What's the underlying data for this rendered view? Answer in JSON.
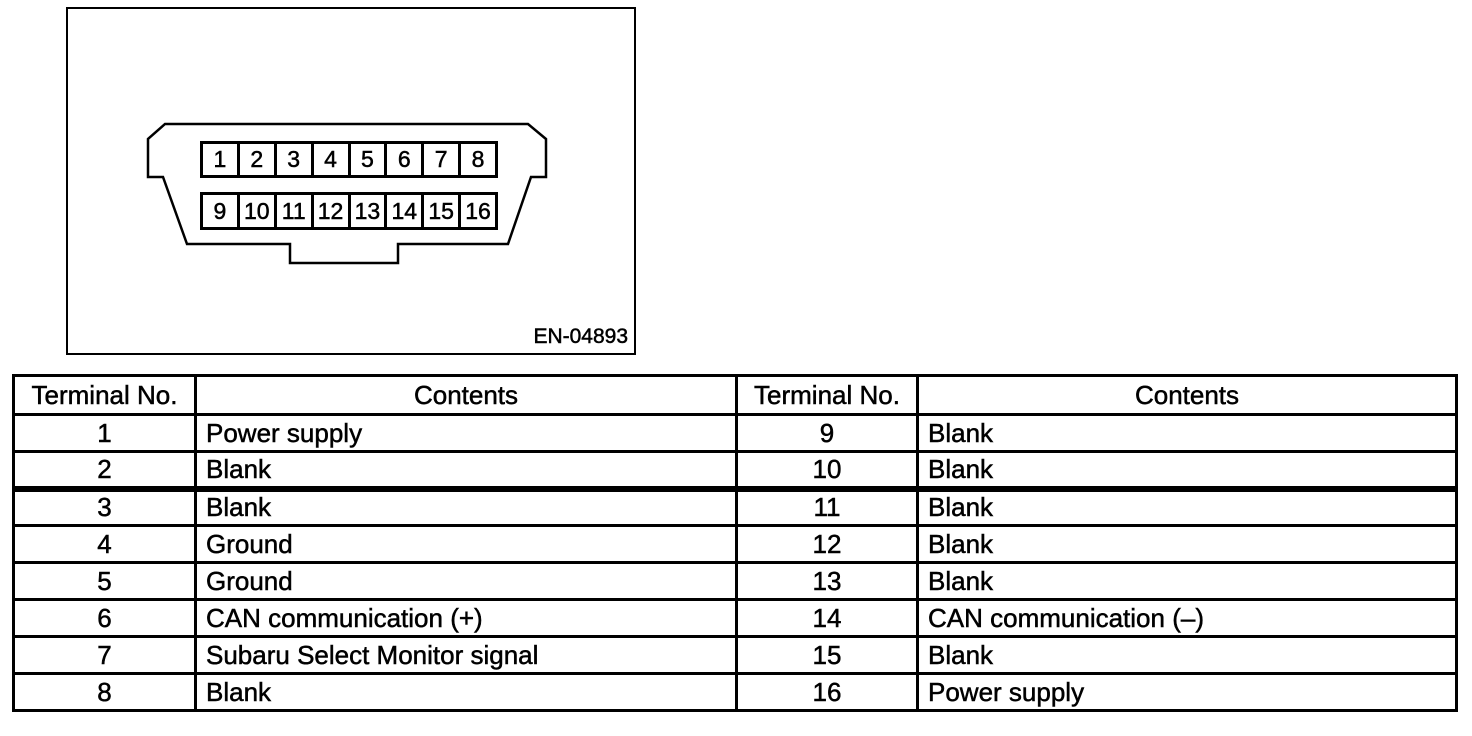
{
  "figure": {
    "label": "EN-04893",
    "pins_top": [
      "1",
      "2",
      "3",
      "4",
      "5",
      "6",
      "7",
      "8"
    ],
    "pins_bottom": [
      "9",
      "10",
      "11",
      "12",
      "13",
      "14",
      "15",
      "16"
    ]
  },
  "table": {
    "headers": {
      "terminal": "Terminal No.",
      "contents": "Contents"
    },
    "rows": [
      {
        "left_no": "1",
        "left_contents": "Power supply",
        "right_no": "9",
        "right_contents": "Blank"
      },
      {
        "left_no": "2",
        "left_contents": "Blank",
        "right_no": "10",
        "right_contents": "Blank"
      },
      {
        "left_no": "3",
        "left_contents": "Blank",
        "right_no": "11",
        "right_contents": "Blank"
      },
      {
        "left_no": "4",
        "left_contents": "Ground",
        "right_no": "12",
        "right_contents": "Blank"
      },
      {
        "left_no": "5",
        "left_contents": "Ground",
        "right_no": "13",
        "right_contents": "Blank"
      },
      {
        "left_no": "6",
        "left_contents": "CAN communication (+)",
        "right_no": "14",
        "right_contents": "CAN communication (–)"
      },
      {
        "left_no": "7",
        "left_contents": "Subaru Select Monitor signal",
        "right_no": "15",
        "right_contents": "Blank"
      },
      {
        "left_no": "8",
        "left_contents": "Blank",
        "right_no": "16",
        "right_contents": "Power supply"
      }
    ]
  },
  "colors": {
    "ink": "#000000",
    "background": "#ffffff"
  }
}
